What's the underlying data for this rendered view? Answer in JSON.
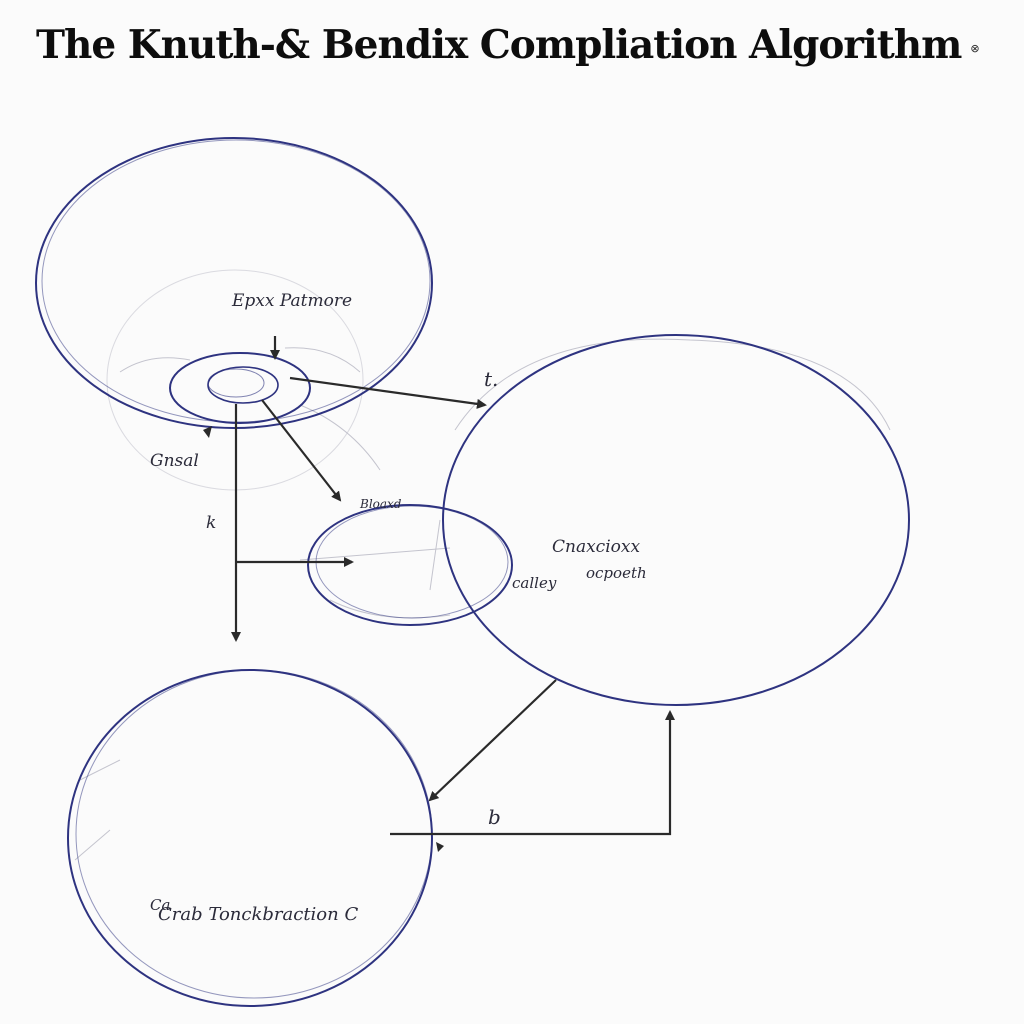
{
  "title": "The Knuth-& Bendix Compliation Algorithm",
  "title_mark": "⊗",
  "labels": {
    "top_ellipse": "Epxx Patmore",
    "top_right_arrow": "t.",
    "left_small": "Gnsal",
    "left_vertical": "k",
    "middle_ellipse": "Bloaxd",
    "right_ellipse_line1": "Cnaxcioxx",
    "right_ellipse_line2": "ocpoeth",
    "right_ellipse_side": "calley",
    "bottom_arrow": "b",
    "bottom_ellipse": "Crab Tonckbraction C",
    "bottom_ellipse_prefix": "Ca"
  },
  "colors": {
    "ellipse_stroke": "#2e3380",
    "sketch_stroke": "#b9b9c4",
    "arrow_stroke": "#2a2a2a",
    "background": "#fbfbfb"
  }
}
